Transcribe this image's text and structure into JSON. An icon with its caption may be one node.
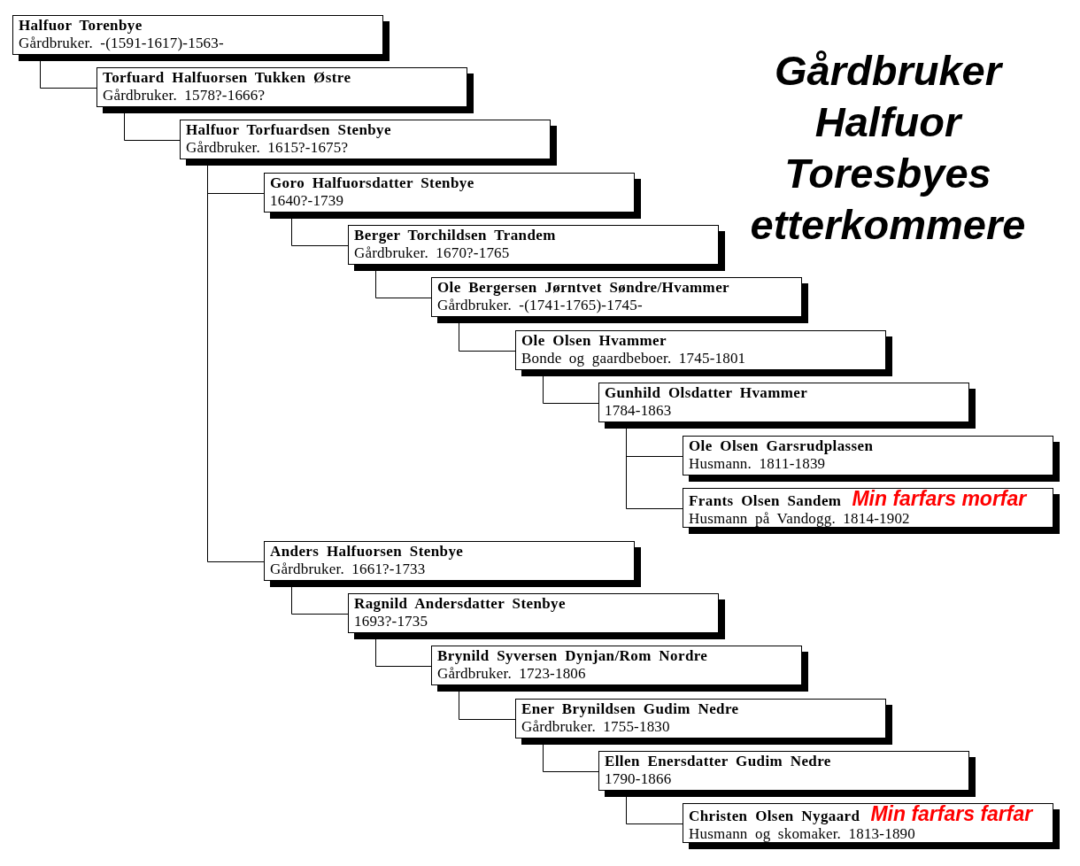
{
  "diagram": {
    "title": "Gårdbruker Halfuor Toresbyes etterkommere",
    "nodes": [
      {
        "text": [
          "Halfuor Torenbye",
          "Gårdbruker. -(1591-1617)-1563-"
        ]
      },
      {
        "text": [
          "Torfuard Halfuorsen Tukken Østre",
          "Gårdbruker. 1578?-1666?"
        ]
      },
      {
        "text": [
          "Halfuor Torfuardsen Stenbye",
          "Gårdbruker. 1615?-1675?"
        ]
      },
      {
        "text": [
          "Goro Halfuorsdatter Stenbye",
          "1640?-1739"
        ]
      },
      {
        "text": [
          "Berger Torchildsen Trandem",
          "Gårdbruker. 1670?-1765"
        ]
      },
      {
        "text": [
          "Ole Bergersen Jørntvet Søndre/Hvammer",
          "Gårdbruker. -(1741-1765)-1745-"
        ]
      },
      {
        "text": [
          "Ole Olsen Hvammer",
          "Bonde og gaardbeboer. 1745-1801"
        ]
      },
      {
        "text": [
          "Gunhild Olsdatter Hvammer",
          "1784-1863"
        ]
      },
      {
        "text": [
          "Ole Olsen Garsrudplassen",
          "Husmann. 1811-1839"
        ]
      },
      {
        "text": [
          "Frants Olsen Sandem",
          "Min farfars morfar",
          "Husmann på Vandogg. 1814-1902"
        ]
      },
      {
        "text": [
          "Anders Halfuorsen Stenbye",
          "Gårdbruker. 1661?-1733"
        ]
      },
      {
        "text": [
          "Ragnild Andersdatter Stenbye",
          "1693?-1735"
        ]
      },
      {
        "text": [
          "Brynild Syversen Dynjan/Rom Nordre",
          "Gårdbruker. 1723-1806"
        ]
      },
      {
        "text": [
          "Ener Brynildsen Gudim Nedre",
          "Gårdbruker. 1755-1830"
        ]
      },
      {
        "text": [
          "Ellen Enersdatter Gudim Nedre",
          "1790-1866"
        ]
      },
      {
        "text": [
          "Christen Olsen Nygaard",
          "Min farfars farfar",
          "Husmann og skomaker. 1813-1890"
        ]
      }
    ],
    "edges": [
      {
        "from": 0,
        "to": 1,
        "arrow": "none"
      },
      {
        "from": 1,
        "to": 2,
        "arrow": "none"
      },
      {
        "from": 2,
        "to": 3,
        "arrow": "none"
      },
      {
        "from": 3,
        "to": 4,
        "arrow": "none"
      },
      {
        "from": 4,
        "to": 5,
        "arrow": "none"
      },
      {
        "from": 5,
        "to": 6,
        "arrow": "none"
      },
      {
        "from": 6,
        "to": 7,
        "arrow": "none"
      },
      {
        "from": 7,
        "to": 8,
        "arrow": "none"
      },
      {
        "from": 7,
        "to": 9,
        "arrow": "none"
      },
      {
        "from": 2,
        "to": 10,
        "arrow": "none"
      },
      {
        "from": 10,
        "to": 11,
        "arrow": "none"
      },
      {
        "from": 11,
        "to": 12,
        "arrow": "none"
      },
      {
        "from": 12,
        "to": 13,
        "arrow": "none"
      },
      {
        "from": 13,
        "to": 14,
        "arrow": "none"
      },
      {
        "from": 14,
        "to": 15,
        "arrow": "none"
      }
    ]
  }
}
